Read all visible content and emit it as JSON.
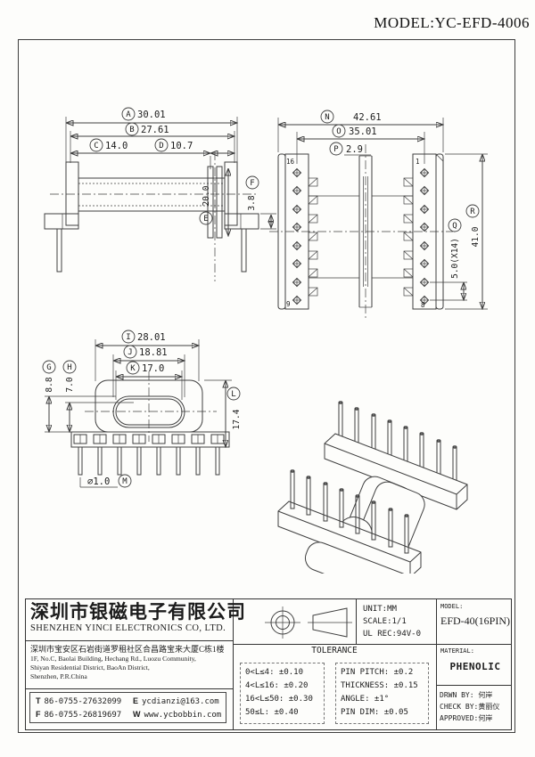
{
  "header": {
    "model": "MODEL:YC-EFD-4006"
  },
  "views": {
    "front": {
      "A": {
        "letter": "A",
        "value": "30.01"
      },
      "B": {
        "letter": "B",
        "value": "27.61"
      },
      "C": {
        "letter": "C",
        "value": "14.0"
      },
      "D": {
        "letter": "D",
        "value": "10.7"
      },
      "E": {
        "letter": "E",
        "value": "20.0"
      },
      "F": {
        "letter": "F",
        "value": "3.8"
      }
    },
    "top": {
      "N": {
        "letter": "N",
        "value": "42.61"
      },
      "O": {
        "letter": "O",
        "value": "35.01"
      },
      "P": {
        "letter": "P",
        "value": "2.9"
      },
      "Q": {
        "letter": "Q",
        "value": "5.0(X14)"
      },
      "R": {
        "letter": "R",
        "value": "41.0"
      },
      "pin_top_left": "16",
      "pin_top_right": "1",
      "pin_bottom_left": "9",
      "pin_bottom_right": "8"
    },
    "end": {
      "I": {
        "letter": "I",
        "value": "28.01"
      },
      "J": {
        "letter": "J",
        "value": "18.81"
      },
      "K": {
        "letter": "K",
        "value": "17.0"
      },
      "G": {
        "letter": "G",
        "value": "8.8"
      },
      "H": {
        "letter": "H",
        "value": "7.0"
      },
      "L": {
        "letter": "L",
        "value": "17.4"
      },
      "M": {
        "letter": "M",
        "value": "⌀1.0"
      }
    }
  },
  "title_block": {
    "company_cn": "深圳市银磁电子有限公司",
    "company_en": "SHENZHEN YINCI ELECTRONICS CO, LTD.",
    "address_cn": "深圳市宝安区石岩街道罗租社区合昌路宝来大厦C栋1楼",
    "address_en1": "1F, No.C, Baolai Building, Hechang Rd., Luozu Community,",
    "address_en2": "Shiyan Residential District, BaoAn District,",
    "address_en3": "Shenzhen, P.R.China",
    "contact": {
      "tel_label": "T",
      "tel": "86-0755-27632099",
      "email_label": "E",
      "email": "ycdianzi@163.com",
      "fax_label": "F",
      "fax": "86-0755-26819697",
      "web_label": "W",
      "web": "www.ycbobbin.com"
    },
    "unit": "UNIT:MM",
    "scale": "SCALE:1/1",
    "ul": "UL REC:94V-0",
    "tolerance_title": "TOLERANCE",
    "tol_left": [
      "0<L≤4: ±0.10",
      "4<L≤16: ±0.20",
      "16<L≤50: ±0.30",
      "50≤L: ±0.40"
    ],
    "tol_right": [
      "PIN PITCH: ±0.2",
      "THICKNESS: ±0.15",
      "ANGLE: ±1°",
      "PIN DIM: ±0.05"
    ],
    "model_label": "MODEL:",
    "model": "EFD-40(16PIN)",
    "material_label": "MATERIAL:",
    "material": "PHENOLIC",
    "drawn_label": "DRWN BY:",
    "drawn": "何岸",
    "check_label": "CHECK BY:",
    "check": "黄丽仪",
    "approved_label": "APPROVED:",
    "approved": "何岸"
  }
}
